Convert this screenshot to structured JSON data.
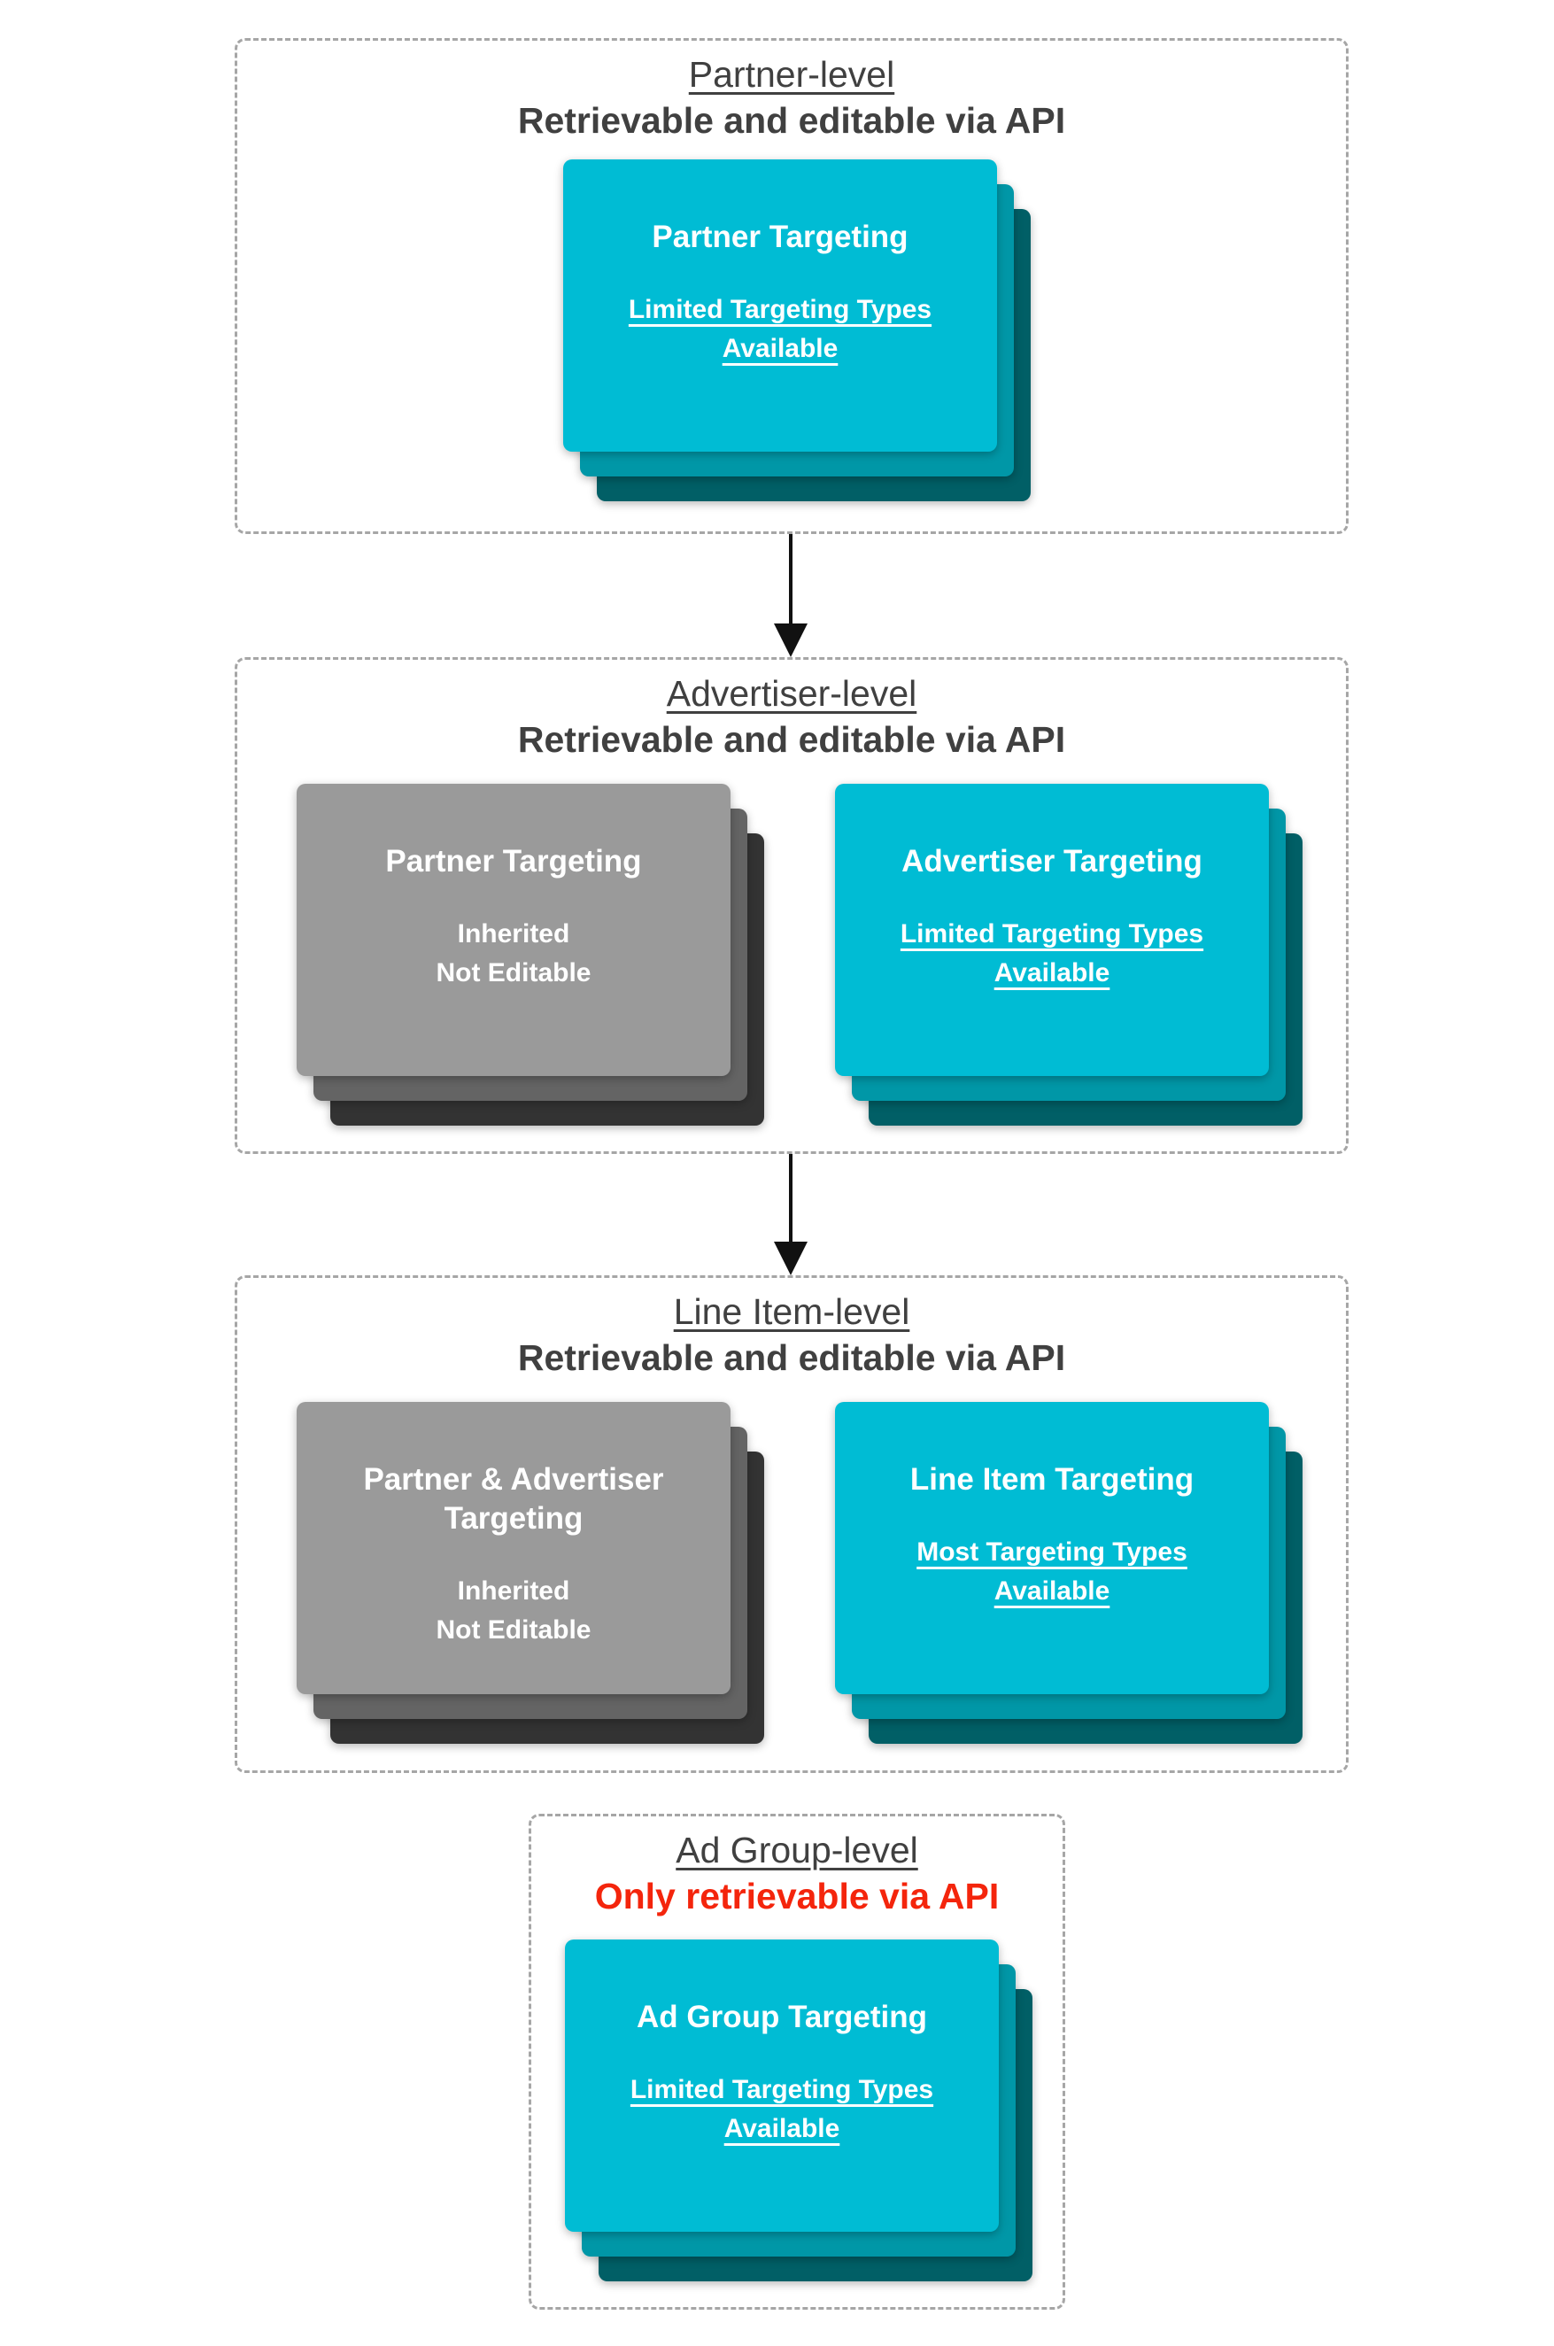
{
  "colors": {
    "cyan": "#00BCD4",
    "cyan_mid": "#0097A7",
    "cyan_dark": "#015F66",
    "gray": "#9A9A9A",
    "gray_mid": "#646464",
    "gray_dark": "#333333",
    "heading_text": "#404040",
    "red": "#F4250C",
    "card_text": "#FFFFFF",
    "border": "#A6A6A6",
    "arrow": "#111111"
  },
  "sections": [
    {
      "title": "Partner-level",
      "subtitle": "Retrievable and editable via API",
      "cards": [
        {
          "style": "teal",
          "heading": "Partner Targeting",
          "body": "Limited Targeting Types Available",
          "body_underline": true
        }
      ]
    },
    {
      "title": "Advertiser-level",
      "subtitle": "Retrievable and editable via API",
      "cards": [
        {
          "style": "gray",
          "heading": "Partner Targeting",
          "body_lines": [
            "Inherited",
            "Not Editable"
          ]
        },
        {
          "style": "teal",
          "heading": "Advertiser Targeting",
          "body": "Limited Targeting Types Available",
          "body_underline": true
        }
      ]
    },
    {
      "title": "Line Item-level",
      "subtitle": "Retrievable and editable via API",
      "cards": [
        {
          "style": "gray",
          "heading": "Partner & Advertiser Targeting",
          "body_lines": [
            "Inherited",
            "Not Editable"
          ]
        },
        {
          "style": "teal",
          "heading": "Line Item Targeting",
          "body": "Most Targeting Types Available",
          "body_underline": true
        }
      ]
    },
    {
      "title": "Ad Group-level",
      "subtitle": "Only retrievable via API",
      "cards": [
        {
          "style": "teal",
          "heading": "Ad Group Targeting",
          "body": "Limited Targeting Types Available",
          "body_underline": true
        }
      ]
    }
  ]
}
